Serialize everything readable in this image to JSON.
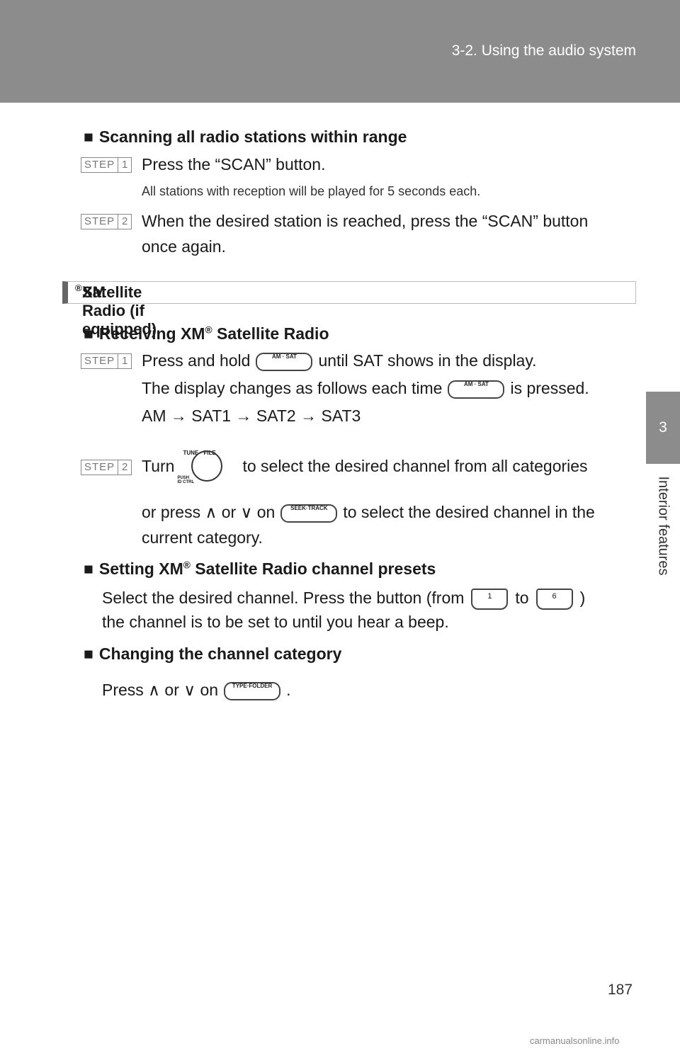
{
  "header": {
    "section": "3-2. Using the audio system"
  },
  "side_tab": {
    "number": "3",
    "label": "Interior features"
  },
  "scan": {
    "heading": "Scanning all radio stations within range",
    "step1": {
      "label": "STEP",
      "num": "1",
      "text": "Press the “SCAN” button.",
      "note": "All stations with reception will be played for 5 seconds each."
    },
    "step2": {
      "label": "STEP",
      "num": "2",
      "line1": "When the desired station is reached, press the “SCAN” button",
      "line2": "once again."
    }
  },
  "xm_section": {
    "title_pre": "XM",
    "reg": "®",
    "title_post": " Satellite Radio (if equipped)"
  },
  "receiving": {
    "heading_pre": "Receiving XM",
    "reg": "®",
    "heading_post": " Satellite Radio",
    "step1": {
      "label": "STEP",
      "num": "1",
      "line1_pre": "Press and hold",
      "line1_post": "until SAT shows in the display.",
      "line2_pre": "The display changes as follows each time",
      "line2_post": "is pressed.",
      "line3": "AM → SAT1 → SAT2 → SAT3"
    },
    "step2": {
      "label": "STEP",
      "num": "2",
      "line1_pre": "Turn",
      "line1_post": "to select the desired channel from all categories",
      "line2_pre": "or press ∧ or ∨ on",
      "line2_post": "to select the desired channel in the",
      "line3": "current category."
    }
  },
  "presets": {
    "heading_pre": "Setting XM",
    "reg": "®",
    "heading_post": " Satellite Radio channel presets",
    "line1_pre": "Select the desired channel. Press the button (from",
    "line1_mid": "to",
    "line1_post": ")",
    "line2": "the channel is to be set to until you hear a beep."
  },
  "category": {
    "heading": "Changing the channel category",
    "line_pre": "Press ∧ or ∨ on",
    "line_post": "."
  },
  "buttons": {
    "am_sat": "AM · SAT",
    "tune_file": "TUNE · FILE",
    "push_ctrl": "PUSH\nID CTRL",
    "seek_track": "SEEK·TRACK",
    "type_folder": "TYPE·FOLDER",
    "preset_first": "1",
    "preset_last": "6"
  },
  "bullet": "■",
  "page_number": "187",
  "watermark": "carmanualsonline.info"
}
